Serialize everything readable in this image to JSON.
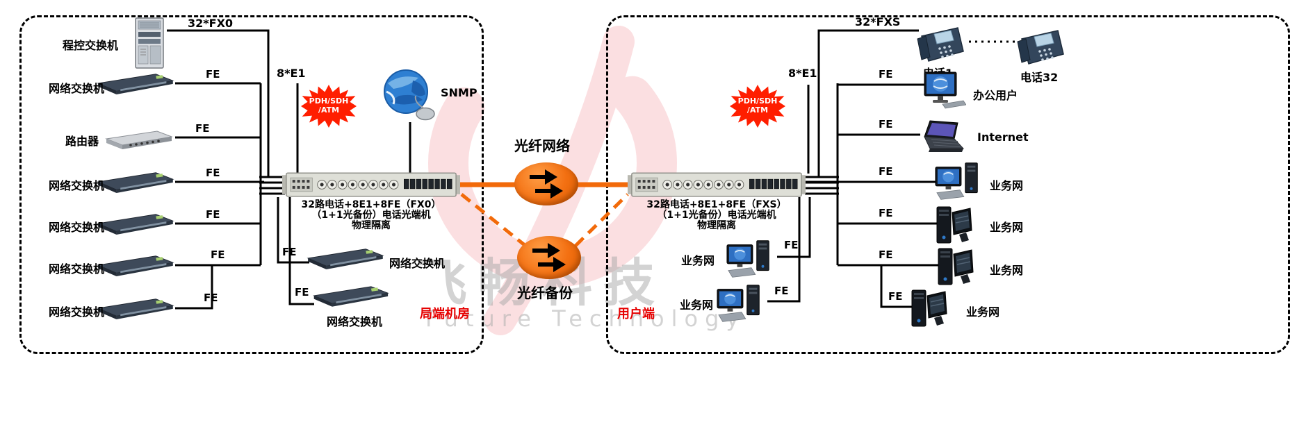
{
  "watermark": {
    "cn": "飞畅科技",
    "en": "Future Technology"
  },
  "center": {
    "fiber_main": "光纤网络",
    "fiber_backup": "光纤备份"
  },
  "left": {
    "region_label": "局端机房",
    "pbx": {
      "label": "程控交换机",
      "link": "32*FX0"
    },
    "rows": [
      {
        "label": "网络交换机",
        "link": "FE"
      },
      {
        "label": "路由器",
        "link": "FE"
      },
      {
        "label": "网络交换机",
        "link": "FE"
      },
      {
        "label": "网络交换机",
        "link": "FE"
      },
      {
        "label": "网络交换机",
        "link": "FE"
      },
      {
        "label": "网络交换机",
        "link": "FE"
      }
    ],
    "mid_a": {
      "label": "网络交换机",
      "link": "FE"
    },
    "mid_b": {
      "label": "网络交换机",
      "link": "FE"
    },
    "e1": "8*E1",
    "starburst_line1": "PDH/SDH",
    "starburst_line2": "/ATM",
    "snmp": "SNMP",
    "mux": {
      "line1": "32路电话+8E1+8FE（FX0）",
      "line2": "（1+1光备份）电话光端机",
      "line3": "物理隔离"
    }
  },
  "right": {
    "region_label": "用户端",
    "fxs": "32*FXS",
    "e1": "8*E1",
    "starburst_line1": "PDH/SDH",
    "starburst_line2": "/ATM",
    "phone1": {
      "label": "电话1"
    },
    "phone32": {
      "label": "电话32"
    },
    "rows": [
      {
        "label": "办公用户",
        "link": "FE"
      },
      {
        "label": "Internet",
        "link": "FE"
      },
      {
        "label": "业务网",
        "link": "FE"
      },
      {
        "label": "业务网",
        "link": "FE"
      },
      {
        "label": "业务网",
        "link": "FE"
      },
      {
        "label": "业务网",
        "link": "FE"
      }
    ],
    "mid_a": {
      "label": "业务网",
      "link": "FE"
    },
    "mid_b": {
      "label": "业务网",
      "link": "FE"
    },
    "mux": {
      "line1": "32路电话+8E1+8FE（FXS）",
      "line2": "（1+1光备份）电话光端机",
      "line3": "物理隔离"
    }
  }
}
